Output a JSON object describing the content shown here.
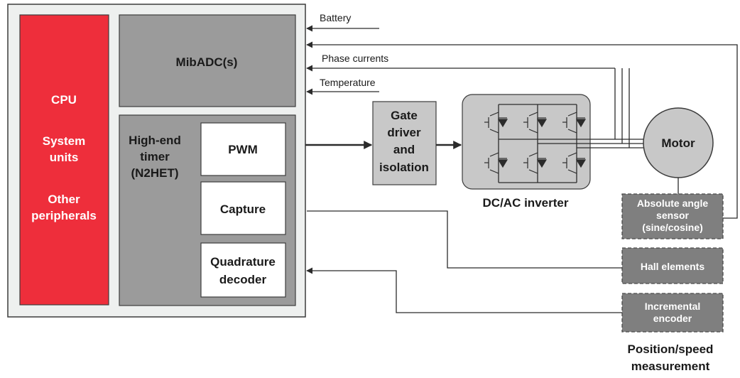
{
  "mcu": {
    "cpu_label": "CPU",
    "system_units_label_1": "System",
    "system_units_label_2": "units",
    "other_label_1": "Other",
    "other_label_2": "peripherals",
    "adc_label": "MibADC(s)",
    "timer_label_1": "High-end",
    "timer_label_2": "timer",
    "timer_label_3": "(N2HET)",
    "pwm_label": "PWM",
    "capture_label": "Capture",
    "quad_label_1": "Quadrature",
    "quad_label_2": "decoder"
  },
  "signals": {
    "battery": "Battery",
    "phase_currents": "Phase currents",
    "temperature": "Temperature"
  },
  "gate_driver": {
    "line1": "Gate",
    "line2": "driver",
    "line3": "and",
    "line4": "isolation"
  },
  "inverter": {
    "caption": "DC/AC inverter"
  },
  "motor": {
    "label": "Motor"
  },
  "sensors": {
    "absolute_1": "Absolute angle",
    "absolute_2": "sensor",
    "absolute_3": "(sine/cosine)",
    "hall": "Hall elements",
    "incremental_1": "Incremental",
    "incremental_2": "encoder"
  },
  "footer": {
    "line1": "Position/speed",
    "line2": "measurement"
  },
  "colors": {
    "mcu_bg": "#eef0ef",
    "cpu_red": "#ee2e3b",
    "block_gray": "#9b9b9b",
    "driver_gray": "#c8c8c8",
    "sensor_gray": "#7f7f7f"
  }
}
